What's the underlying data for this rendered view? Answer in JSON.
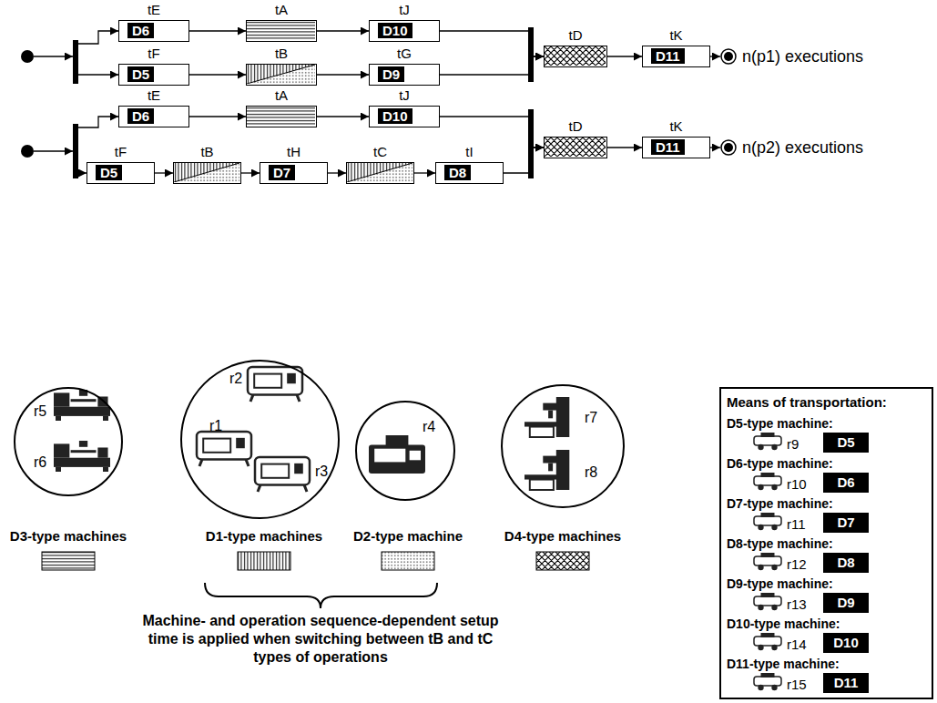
{
  "diagram": {
    "nodes": [
      {
        "text": [
          "tE",
          "D6"
        ]
      },
      {
        "text": [
          "tA"
        ]
      },
      {
        "text": [
          "tJ",
          "D10"
        ]
      },
      {
        "text": [
          "tF",
          "D5"
        ]
      },
      {
        "text": [
          "tB"
        ]
      },
      {
        "text": [
          "tG",
          "D9"
        ]
      },
      {
        "text": [
          "tD"
        ]
      },
      {
        "text": [
          "tK",
          "D11"
        ]
      },
      {
        "text": [
          "tE",
          "D6"
        ]
      },
      {
        "text": [
          "tA"
        ]
      },
      {
        "text": [
          "tJ",
          "D10"
        ]
      },
      {
        "text": [
          "tF",
          "D5"
        ]
      },
      {
        "text": [
          "tB"
        ]
      },
      {
        "text": [
          "tH",
          "D7"
        ]
      },
      {
        "text": [
          "tC"
        ]
      },
      {
        "text": [
          "tI",
          "D8"
        ]
      },
      {
        "text": [
          "tD"
        ]
      },
      {
        "text": [
          "tK",
          "D11"
        ]
      },
      {
        "text": [
          "r5",
          "r6"
        ]
      },
      {
        "text": [
          "r1",
          "r2",
          "r3"
        ]
      },
      {
        "text": [
          "r4"
        ]
      },
      {
        "text": [
          "r7",
          "r8"
        ]
      },
      {
        "text": [
          "Means of transportation:",
          "D5-type machine:",
          "r9",
          "D6-type machine:",
          "r10",
          "D7-type machine:",
          "r11",
          "D8-type machine:",
          "r12",
          "D9-type machine:",
          "r13",
          "D10-type machine:",
          "r14",
          "D11-type machine:",
          "r15"
        ]
      },
      {
        "text": [
          "D5"
        ],
        "in": 22
      },
      {
        "text": [
          "D6"
        ],
        "in": 22
      },
      {
        "text": [
          "D7"
        ],
        "in": 22
      },
      {
        "text": [
          "D8"
        ],
        "in": 22
      },
      {
        "text": [
          "D9"
        ],
        "in": 22
      },
      {
        "text": [
          "D10"
        ],
        "in": 22
      },
      {
        "text": [
          "D11"
        ],
        "in": 22
      }
    ],
    "edges": [
      {
        "from": 0,
        "to": 1,
        "arrow": "to"
      },
      {
        "from": 1,
        "to": 2,
        "arrow": "to"
      },
      {
        "from": 3,
        "to": 4,
        "arrow": "to"
      },
      {
        "from": 4,
        "to": 5,
        "arrow": "to"
      },
      {
        "from": 2,
        "to": 6,
        "arrow": "to"
      },
      {
        "from": 5,
        "to": 6,
        "arrow": "to"
      },
      {
        "from": 6,
        "to": 7,
        "arrow": "to"
      },
      {
        "from": 8,
        "to": 9,
        "arrow": "to"
      },
      {
        "from": 9,
        "to": 10,
        "arrow": "to"
      },
      {
        "from": 11,
        "to": 12,
        "arrow": "to"
      },
      {
        "from": 12,
        "to": 13,
        "arrow": "to"
      },
      {
        "from": 13,
        "to": 14,
        "arrow": "to"
      },
      {
        "from": 14,
        "to": 15,
        "arrow": "to"
      },
      {
        "from": 10,
        "to": 16,
        "arrow": "to"
      },
      {
        "from": 15,
        "to": 16,
        "arrow": "to"
      },
      {
        "from": 16,
        "to": 17,
        "arrow": "to"
      }
    ],
    "labels": [
      "n(p1) executions",
      "n(p2) executions",
      "Machine- and operation sequence-dependent setup time is applied when switching between tB and tC types of operations"
    ],
    "legend": [
      {
        "text": "D3-type machines"
      },
      {
        "text": "D1-type machines"
      },
      {
        "text": "D2-type machine"
      },
      {
        "text": "D4-type machines"
      }
    ]
  }
}
